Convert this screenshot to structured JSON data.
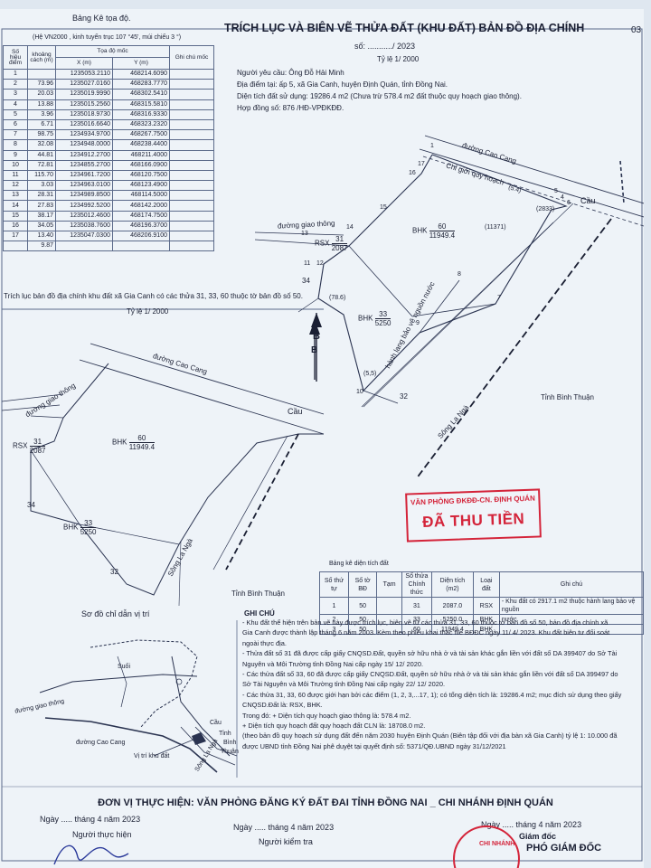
{
  "corner_mark": "03",
  "coord_table": {
    "title": "Bảng Kê tọa độ.",
    "subtitle": "(Hệ VN2000 , kinh tuyến trục 107 °45', múi chiếu 3 °)",
    "headers": {
      "point": "Số hiệu điểm",
      "length": "khoảng cách (m)",
      "coord": "Tọa độ mốc",
      "x": "X (m)",
      "y": "Y (m)",
      "mark": "Ghi chú mốc"
    },
    "rows": [
      {
        "point": "1",
        "length": "",
        "x": "1235053.2110",
        "y": "468214.6090"
      },
      {
        "point": "2",
        "length": "73.96",
        "x": "1235027.0160",
        "y": "468283.7770"
      },
      {
        "point": "3",
        "length": "20.03",
        "x": "1235019.9990",
        "y": "468302.5410"
      },
      {
        "point": "4",
        "length": "13.88",
        "x": "1235015.2560",
        "y": "468315.5810"
      },
      {
        "point": "5",
        "length": "3.96",
        "x": "1235018.9730",
        "y": "468316.9330"
      },
      {
        "point": "6",
        "length": "6.71",
        "x": "1235016.6640",
        "y": "468323.2320"
      },
      {
        "point": "7",
        "length": "98.75",
        "x": "1234934.9700",
        "y": "468267.7500"
      },
      {
        "point": "8",
        "length": "32.08",
        "x": "1234948.0000",
        "y": "468238.4400"
      },
      {
        "point": "9",
        "length": "44.81",
        "x": "1234912.2700",
        "y": "468211.4000"
      },
      {
        "point": "10",
        "length": "72.81",
        "x": "1234855.2700",
        "y": "468166.0900"
      },
      {
        "point": "11",
        "length": "115.70",
        "x": "1234961.7200",
        "y": "468120.7500"
      },
      {
        "point": "12",
        "length": "3.03",
        "x": "1234963.0100",
        "y": "468123.4900"
      },
      {
        "point": "13",
        "length": "28.31",
        "x": "1234989.8500",
        "y": "468114.5000"
      },
      {
        "point": "14",
        "length": "27.83",
        "x": "1234992.5200",
        "y": "468142.2000"
      },
      {
        "point": "15",
        "length": "38.17",
        "x": "1235012.4600",
        "y": "468174.7500"
      },
      {
        "point": "16",
        "length": "34.05",
        "x": "1235038.7600",
        "y": "468196.3700"
      },
      {
        "point": "17",
        "length": "13.40",
        "x": "1235047.0300",
        "y": "468206.9100"
      },
      {
        "point": "",
        "length": "9.87",
        "x": "",
        "y": ""
      }
    ]
  },
  "header": {
    "title": "TRÍCH LỤC VÀ BIÊN VẼ THỬA ĐẤT (KHU ĐẤT) BẢN ĐỒ ĐỊA CHÍNH",
    "number_line": "số: .........../ 2023",
    "scale": "Tỷ lệ 1/ 2000",
    "requester": "Người yêu cầu: Ông Đỗ Hải Minh",
    "location": "Địa điểm tại: ấp 5, xã Gia Canh, huyện Định Quán, tỉnh Đồng Nai.",
    "area": "Diện tích đất sử dụng: 19286.4 m2 (Chưa trừ 578.4 m2 đất thuộc quy hoạch giao thông).",
    "contract": "Hợp đồng số: 876 /HĐ-VPĐKĐĐ."
  },
  "map_top": {
    "road_cao_cang": "đường Cao Cang",
    "plan_line": "Chỉ giới quy hoạch",
    "road_traffic": "đường giao thông",
    "bridge": "Cầu",
    "river": "Sông La Ngà",
    "corridor": "hành lang bảo vệ nguồn nước",
    "province": "Tỉnh Bình Thuận",
    "north": "B",
    "parcel_bhk60": {
      "code": "BHK",
      "num": "60",
      "area": "11949.4"
    },
    "parcel_rsx31": {
      "code": "RSX",
      "num": "31",
      "area": "2087"
    },
    "parcel_bhk33": {
      "code": "BHK",
      "num": "33",
      "area": "5250"
    },
    "parcel_34": "34",
    "parcel_32": "32",
    "dim_1": "(5.4)",
    "dim_2833": "(2833)",
    "dim_11371": "(11371)",
    "dim_786": "(78.6)",
    "dim_55": "(5,5)",
    "points": [
      "1",
      "17",
      "16",
      "15",
      "14",
      "13",
      "11",
      "12",
      "10",
      "9",
      "8",
      "7",
      "6",
      "5",
      "4",
      "3",
      "2"
    ]
  },
  "extract_note": "Trích lục bản đồ địa chính khu đất xã Gia Canh có các thửa 31, 33, 60 thuộc tờ bản đồ số 50.",
  "map_left": {
    "scale": "Tỷ lệ 1/ 2000",
    "road_cao_cang": "đường Cao Cang",
    "road_traffic": "đường giao thông",
    "bridge": "Cầu",
    "river": "Sông La Ngà",
    "province": "Tỉnh Bình Thuận",
    "north": "B",
    "parcel_rsx31": {
      "code": "RSX",
      "num": "31",
      "area": "2087"
    },
    "parcel_bhk60": {
      "code": "BHK",
      "num": "60",
      "area": "11949.4"
    },
    "parcel_bhk33": {
      "code": "BHK",
      "num": "33",
      "area": "5250"
    },
    "parcel_34": "34",
    "parcel_32": "32"
  },
  "stamp": {
    "line1": "VĂN PHÒNG ĐKĐĐ-CN. ĐỊNH QUÁN",
    "line2": "ĐÃ THU TIỀN"
  },
  "area_table": {
    "title": "Bảng kê diện tích đất",
    "headers": [
      "Số thứ tự",
      "Số tờ BĐ",
      "Tạm",
      "Số thửa\nChính thức",
      "Diện tích (m2)",
      "Loại đất",
      "Ghi chú"
    ],
    "rows": [
      [
        "1",
        "50",
        "",
        "31",
        "2087.0",
        "RSX",
        "- Khu đất có 2917.1 m2 thuộc hành lang bảo vệ nguồn"
      ],
      [
        "2",
        "50",
        "",
        "33",
        "5250.0",
        "BHK",
        "nước."
      ],
      [
        "3",
        "50",
        "",
        "60",
        "11949.4",
        "BHK",
        ""
      ]
    ]
  },
  "location_sketch": {
    "title": "Sơ đồ chỉ dẫn vị trí",
    "road_cao_cang": "đường Cao Cang",
    "road_traffic": "đường giao thông",
    "parcel_label": "Vị trí khu đất",
    "river": "Sông La Ngà",
    "bridge": "Cầu",
    "province_a": "Tỉnh",
    "province_b": "Bình",
    "province_c": "Thuận",
    "label_suoi": "Suối"
  },
  "notes": {
    "title": "GHI CHÚ",
    "lines": [
      "- Khu đất thể hiện trên bản vẽ này được trích lục, biên vẽ từ các thửa 31, 33, 60 thuộc tờ bản đồ số 50, bản đồ địa chính xã",
      "Gia Canh được thành lập tháng 6 năm 2003. Kèm theo phiếu khai thác file BĐĐC ngày 11/ 4/ 2023. Khu đất biên tư đối soát",
      "ngoài thực địa.",
      "- Thửa đất số 31 đã được cấp giấy CNQSD.Đất, quyền sở hữu nhà ở và tài sản khác gắn liền với đất số DA 399407 do Sở Tài",
      "Nguyên và Môi Trường tỉnh Đồng Nai cấp ngày 15/ 12/ 2020.",
      "- Các thửa đất số 33, 60 đã được cấp giấy CNQSD.Đất, quyền sở hữu nhà ở và tài sản khác gắn liền với đất số DA 399497 do",
      "Sở Tài Nguyên và Môi Trường tỉnh Đồng Nai cấp ngày 22/ 12/ 2020.",
      "- Các thửa 31, 33, 60 được giới hạn bởi các điểm (1, 2, 3,...17, 1); có tổng diện tích là: 19286.4 m2; mục đích sử dụng theo giấy",
      "CNQSD.Đất là: RSX, BHK.",
      "    Trong đó: + Diện tích quy hoạch giao thông là: 578.4 m2.",
      "                  + Diện tích quy hoạch đất quy hoạch đất CLN là: 18708.0 m2.",
      "(theo bản đồ quy hoạch sử dụng đất đến năm 2030 huyện Định Quán (Biên tập đối với địa bàn xã Gia Canh) tỷ lệ 1: 10.000 đã",
      "được UBND tỉnh Đồng Nai phê duyệt tại quyết định số: 5371/QĐ.UBND ngày 31/12/2021"
    ]
  },
  "footer": {
    "unit": "ĐƠN VỊ THỰC HIỆN: VĂN PHÒNG ĐĂNG KÝ ĐẤT ĐAI TỈNH ĐỒNG NAI _ CHI NHÁNH ĐỊNH QUÁN",
    "date_1": "Ngày ..... tháng 4 năm 2023",
    "date_2": "Ngày ..... tháng 4 năm 2023",
    "date_3": "Ngày ..... tháng 4 năm 2023",
    "role_1": "Người thực hiện",
    "role_2": "Người kiểm tra",
    "role_3a": "Giám đốc",
    "role_3b": "PHÓ GIÁM ĐỐC",
    "stamp_small": "CHI NHÁNH"
  }
}
